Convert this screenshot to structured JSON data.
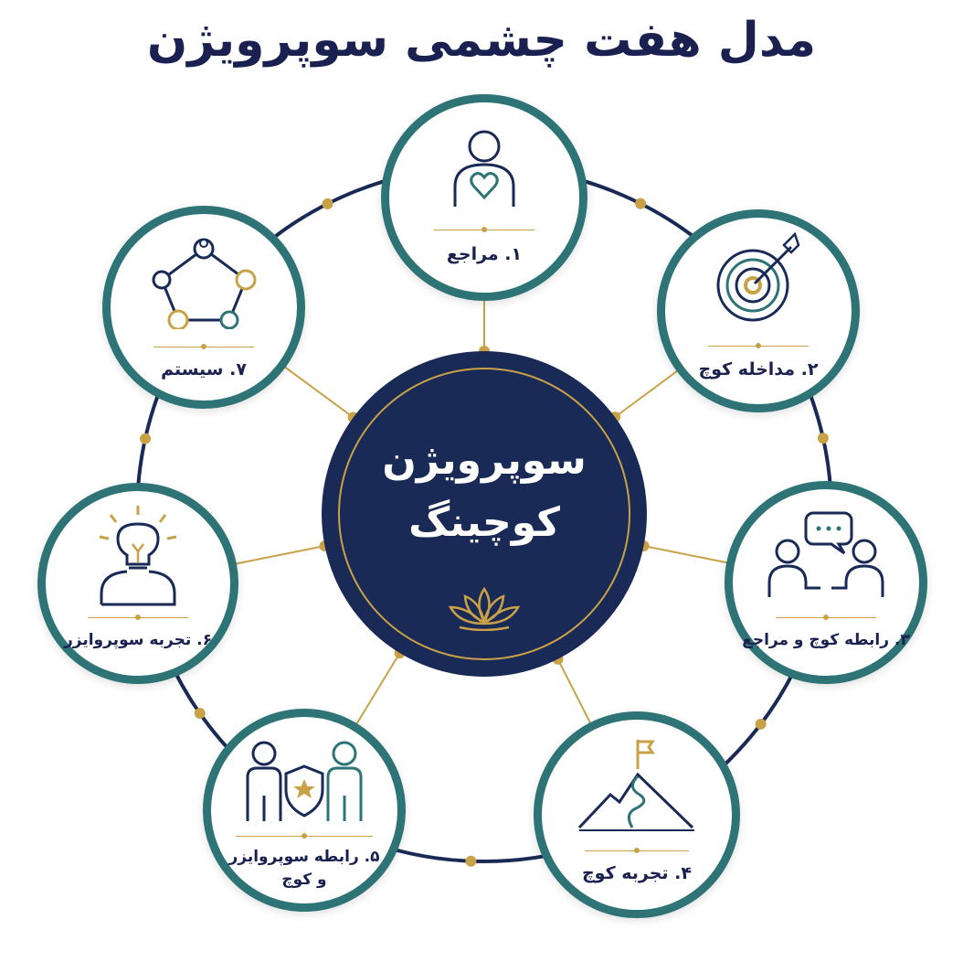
{
  "title": "مدل هفت چشمی سوپرویژن",
  "center": {
    "line1": "سوپرویژن",
    "line2": "کوچینگ",
    "icon": "lotus-icon"
  },
  "nodes": [
    {
      "label": "۱. مراجع",
      "icon": "person-heart-icon"
    },
    {
      "label": "۲. مداخله کوچ",
      "icon": "target-arrow-icon"
    },
    {
      "label": "۳. رابطه کوچ و مراجع",
      "icon": "two-people-chat-icon"
    },
    {
      "label": "۴. تجربه کوچ",
      "icon": "mountain-flag-icon"
    },
    {
      "label": "۵. رابطه سوپروایزر",
      "label2": "و کوچ",
      "icon": "people-shield-star-icon"
    },
    {
      "label": "۶. تجربه سوپروایزر",
      "icon": "lightbulb-head-icon"
    },
    {
      "label": "۷. سیستم",
      "icon": "network-cycle-icon"
    }
  ],
  "colors": {
    "navy": "#1a2a56",
    "teal": "#2e7476",
    "gold": "#c9a247",
    "text": "#1a2150"
  }
}
